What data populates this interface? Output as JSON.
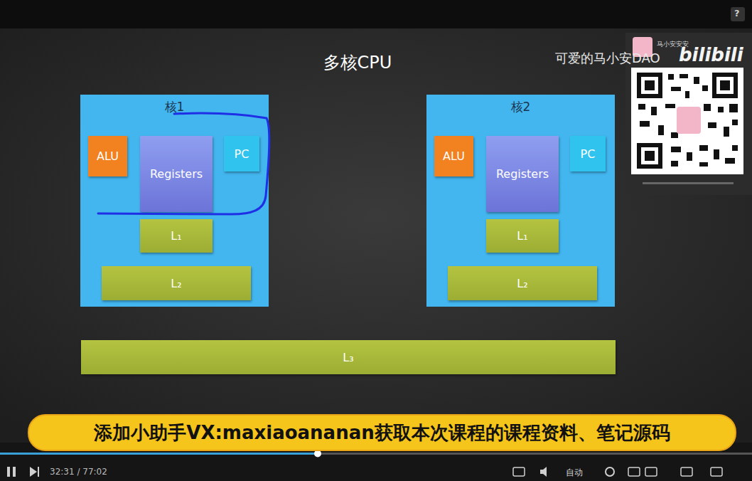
{
  "diagram": {
    "title": "多核CPU",
    "nodes": [
      {
        "text": [
          "核1"
        ]
      },
      {
        "text": [
          "ALU"
        ],
        "in": 0
      },
      {
        "text": [
          "Registers"
        ],
        "in": 0
      },
      {
        "text": [
          "PC"
        ],
        "in": 0
      },
      {
        "text": [
          "L₁"
        ],
        "in": 0
      },
      {
        "text": [
          "L₂"
        ],
        "in": 0
      },
      {
        "text": [
          "核2"
        ]
      },
      {
        "text": [
          "ALU"
        ],
        "in": 6
      },
      {
        "text": [
          "Registers"
        ],
        "in": 6
      },
      {
        "text": [
          "PC"
        ],
        "in": 6
      },
      {
        "text": [
          "L₁"
        ],
        "in": 6
      },
      {
        "text": [
          "L₂"
        ],
        "in": 6
      },
      {
        "text": [
          "L₃"
        ]
      }
    ],
    "labels": [
      "可爱的马小安DAO",
      "bilibili",
      "马小安安安",
      "添加小助手VX:maxiaoananan获取本次课程的课程资料、笔记源码",
      "32:31 / 77:02",
      "自动",
      "?"
    ]
  }
}
